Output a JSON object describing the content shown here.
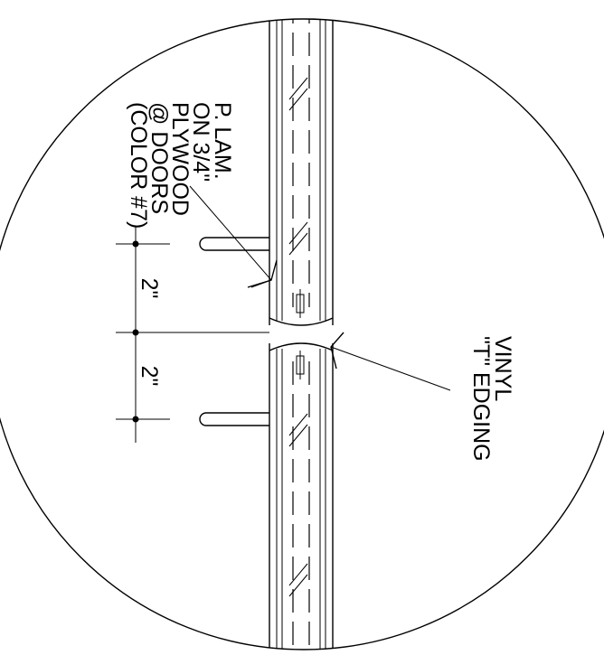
{
  "notes": {
    "laminate": [
      "P. LAM.",
      "ON 3/4\"",
      "PLYWOOD",
      "@ DOORS",
      "(COLOR #7)"
    ],
    "edging": [
      "VINYL",
      "\"T\" EDGING"
    ]
  },
  "dimensions": {
    "upper": "2\"",
    "lower": "2\""
  }
}
